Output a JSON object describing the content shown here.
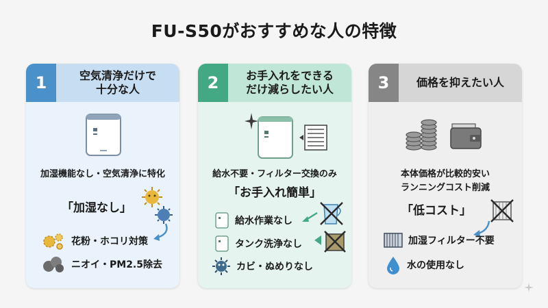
{
  "page_title": "FU-S50がおすすめな人の特徴",
  "cards": [
    {
      "number": "1",
      "heading_line1": "空気清浄だけで",
      "heading_line2": "十分な人",
      "desc": "加湿機能なし・空気清浄に特化",
      "highlight": "「加湿なし」",
      "features": [
        "花粉・ホコリ対策",
        "ニオイ・PM2.5除去"
      ]
    },
    {
      "number": "2",
      "heading_line1": "お手入れをできる",
      "heading_line2": "だけ減らしたい人",
      "desc": "給水不要・フィルター交換のみ",
      "highlight": "「お手入れ簡単」",
      "features": [
        "給水作業なし",
        "タンク洗浄なし",
        "カビ・ぬめりなし"
      ]
    },
    {
      "number": "3",
      "heading_line1": "価格を抑えたい人",
      "desc_line1": "本体価格が比較的安い",
      "desc_line2": "ランニングコスト削減",
      "highlight": "「低コスト」",
      "features": [
        "加湿フィルター不要",
        "水の使用なし"
      ]
    }
  ],
  "colors": {
    "card1_accent": "#4a90c9",
    "card2_accent": "#43a984",
    "card3_accent": "#868686"
  }
}
